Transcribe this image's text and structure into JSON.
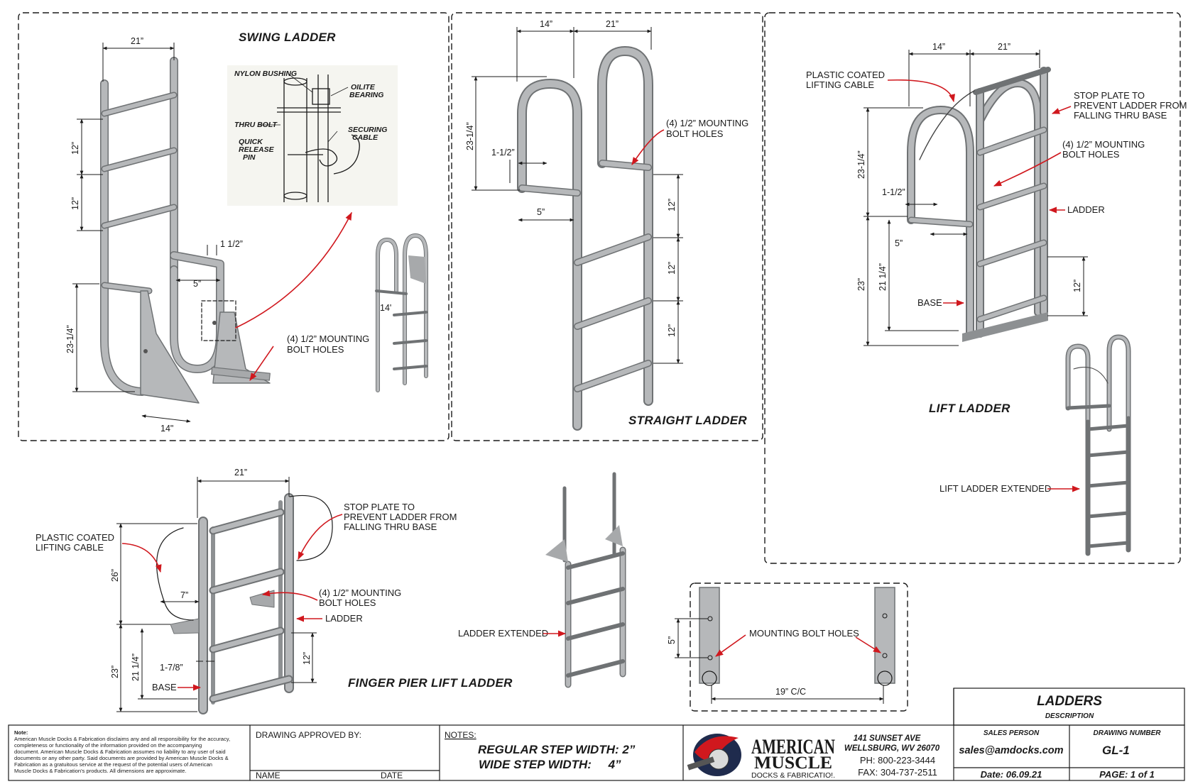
{
  "titles": {
    "swing": "SWING LADDER",
    "straight": "STRAIGHT LADDER",
    "lift": "LIFT LADDER",
    "finger": "FINGER PIER LIFT LADDER"
  },
  "labels": {
    "nylon_bushing": "NYLON BUSHING",
    "oilite_bearing_1": "OILITE",
    "oilite_bearing_2": "BEARING",
    "thru_bolt": "THRU BOLT",
    "securing_cable_1": "SECURING",
    "securing_cable_2": "CABLE",
    "quick_release_1": "QUICK",
    "quick_release_2": "RELEASE",
    "quick_release_3": "PIN",
    "mounting_1": "(4) 1/2” MOUNTING",
    "mounting_2": "BOLT HOLES",
    "plastic_1": "PLASTIC COATED",
    "plastic_2": "LIFTING CABLE",
    "stop_1": "STOP PLATE TO",
    "stop_2": "PREVENT LADDER FROM",
    "stop_3": "FALLING THRU BASE",
    "ladder": "LADDER",
    "base": "BASE",
    "lift_extended": "LIFT LADDER EXTENDED",
    "ladder_extended": "LADDER EXTENDED",
    "mounting_bolt_holes": "MOUNTING BOLT HOLES"
  },
  "dims": {
    "d21": "21”",
    "d14": "14”",
    "d14b": "14\"",
    "d14c": "14'",
    "d12": "12”",
    "d23q": "23-1/4”",
    "d1half": "1 1/2”",
    "d1halfdash": "1-1/2”",
    "d5": "5”",
    "d23": "23”",
    "d21q": "21 1/4”",
    "d26": "26”",
    "d7": "7”",
    "d178": "1-7/8”",
    "d19cc": "19” C/C"
  },
  "title_block": {
    "note_head": "Note:",
    "note_lines": [
      "American Muscle Docks & Fabrication disclaims any and all responsibility for the accuracy,",
      "completeness or functionality of the information provided on the accompanying",
      "document.  American Muscle Docks & Fabrication assumes no liability to any user of said",
      "documents or any other party. Said documents are provided by American Muscle Docks &",
      "Fabrication as a gratuitous service at the request of the potential users of American",
      "Muscle Docks & Fabrication's products.  All dimensions are approximate."
    ],
    "approved_by": "DRAWING APPROVED BY:",
    "name": "NAME",
    "date": "DATE",
    "notes_label": "NOTES:",
    "regular_step": "REGULAR STEP WIDTH: 2”",
    "wide_step": "WIDE STEP WIDTH:     4”",
    "logo_line1": "AMERICAN",
    "logo_line2": "MUSCLE",
    "logo_line3": "DOCKS & FABRICATIO!.",
    "address1": "141 SUNSET AVE",
    "address2": "WELLSBURG, WV 26070",
    "phone": "PH:  800-223-3444",
    "fax": "FAX:  304-737-2511",
    "title": "LADDERS",
    "description": "DESCRIPTION",
    "sales_person_label": "SALES PERSON",
    "sales_person": "sales@amdocks.com",
    "drawing_number_label": "DRAWING NUMBER",
    "drawing_number": "GL-1",
    "date_value": "Date:  06.09.21",
    "page": "PAGE: 1 of 1"
  },
  "colors": {
    "steel": "#b6b8ba",
    "steel_dark": "#6f7274",
    "arrow": "#d0181e",
    "line": "#1a1a1a"
  }
}
